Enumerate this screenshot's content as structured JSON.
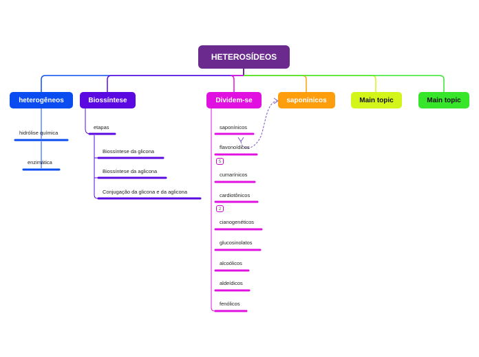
{
  "central_topic": "HETEROSÍDEOS",
  "colors": {
    "central": "#6a2a8e",
    "heterogeneos": "#0a4cf0",
    "biossintese": "#5a0ae0",
    "dividem": "#e010e0",
    "saponinicos": "#ff9e0d",
    "main_topic_yellow": "#d4f51a",
    "main_topic_green": "#37e52a",
    "link": "#7a52c8"
  },
  "topics": {
    "heterogeneos": {
      "label": "heterogêneos",
      "children": [
        "hidrólise química",
        "enzimática"
      ]
    },
    "biossintese": {
      "label": "Biossíntese",
      "child": "etapas",
      "grandchildren": [
        "Biossíntese da glicona",
        "Biossíntese da aglicona",
        "Conjugação da glicona e da aglicona"
      ]
    },
    "dividem": {
      "label": "Dividem-se",
      "children": [
        "saponínicos",
        "flavonoídicos",
        "cumarínicos",
        "cardiotônicos",
        "cianogenéticos",
        "glucosinolatos",
        "alcoólicos",
        "aldeídicos",
        "fenólicos"
      ],
      "badges": [
        "5",
        "2"
      ]
    },
    "saponinicos": {
      "label": "saponínicos"
    },
    "main_topic_1": {
      "label": "Main topic"
    },
    "main_topic_2": {
      "label": "Main topic"
    }
  }
}
